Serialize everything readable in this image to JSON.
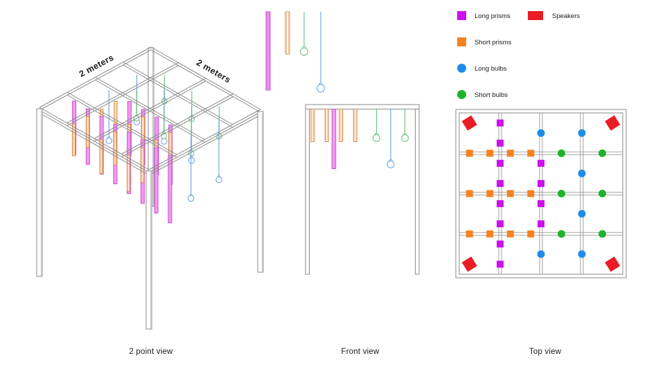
{
  "captions": {
    "two_point": "2 point view",
    "front": "Front view",
    "top": "Top view"
  },
  "dimensions": {
    "left": "2 meters",
    "right": "2 meters"
  },
  "legend": {
    "items": [
      {
        "name": "long-prisms",
        "label": "Long prisms",
        "shape": "square",
        "color": "#CC10EE"
      },
      {
        "name": "short-prisms",
        "label": "Short prisms",
        "shape": "square",
        "color": "#F5821F"
      },
      {
        "name": "long-bulbs",
        "label": "Long bulbs",
        "shape": "circle",
        "color": "#1F8CEA"
      },
      {
        "name": "short-bulbs",
        "label": "Short bulbs",
        "shape": "circle",
        "color": "#1FB32B"
      },
      {
        "name": "speakers",
        "label": "Speakers",
        "shape": "rect",
        "color": "#EA1C24"
      }
    ]
  },
  "colors": {
    "long_prism": "#CC10EE",
    "long_prism_fill": "#EF9CEC",
    "long_prism_stroke": "#C94FD3",
    "short_prism": "#F5821F",
    "short_prism_fill": "#FBDDBB",
    "short_prism_stroke": "#E0873C",
    "long_bulb": "#1F8CEA",
    "long_bulb_line": "#6FA9E6",
    "short_bulb": "#1FB32B",
    "short_bulb_line": "#6FC784",
    "speaker": "#EA1C24",
    "frame": "#8A8A8A",
    "text": "#1A1A1A"
  },
  "structure": {
    "grid_divisions": 4,
    "rails": [
      0.25,
      0.5,
      0.75
    ]
  },
  "elements": {
    "long_prisms": [
      {
        "u": 0.25,
        "v": 0.0625
      },
      {
        "u": 0.25,
        "v": 0.1875
      },
      {
        "u": 0.25,
        "v": 0.3125
      },
      {
        "u": 0.25,
        "v": 0.4375
      },
      {
        "u": 0.25,
        "v": 0.5625
      },
      {
        "u": 0.25,
        "v": 0.6875
      },
      {
        "u": 0.25,
        "v": 0.8125
      },
      {
        "u": 0.25,
        "v": 0.9375
      },
      {
        "u": 0.5,
        "v": 0.3125
      },
      {
        "u": 0.5,
        "v": 0.4375
      },
      {
        "u": 0.5,
        "v": 0.5625
      },
      {
        "u": 0.5,
        "v": 0.6875
      }
    ],
    "short_prisms": [
      {
        "u": 0.0625,
        "v": 0.25
      },
      {
        "u": 0.1875,
        "v": 0.25
      },
      {
        "u": 0.3125,
        "v": 0.25
      },
      {
        "u": 0.4375,
        "v": 0.25
      },
      {
        "u": 0.0625,
        "v": 0.5
      },
      {
        "u": 0.1875,
        "v": 0.5
      },
      {
        "u": 0.3125,
        "v": 0.5
      },
      {
        "u": 0.4375,
        "v": 0.5
      },
      {
        "u": 0.0625,
        "v": 0.75
      },
      {
        "u": 0.1875,
        "v": 0.75
      },
      {
        "u": 0.3125,
        "v": 0.75
      },
      {
        "u": 0.4375,
        "v": 0.75
      }
    ],
    "long_bulbs": [
      {
        "u": 0.5,
        "v": 0.125
      },
      {
        "u": 0.75,
        "v": 0.125
      },
      {
        "u": 0.75,
        "v": 0.375
      },
      {
        "u": 0.75,
        "v": 0.625
      },
      {
        "u": 0.5,
        "v": 0.875
      },
      {
        "u": 0.75,
        "v": 0.875
      }
    ],
    "short_bulbs": [
      {
        "u": 0.625,
        "v": 0.25
      },
      {
        "u": 0.875,
        "v": 0.25
      },
      {
        "u": 0.625,
        "v": 0.5
      },
      {
        "u": 0.875,
        "v": 0.5
      },
      {
        "u": 0.625,
        "v": 0.75
      },
      {
        "u": 0.875,
        "v": 0.75
      }
    ],
    "speakers": [
      {
        "u": 0.0625,
        "v": 0.0625
      },
      {
        "u": 0.9375,
        "v": 0.0625
      },
      {
        "u": 0.0625,
        "v": 0.9375
      },
      {
        "u": 0.9375,
        "v": 0.9375
      }
    ]
  },
  "front_elements": [
    {
      "type": "short_prism",
      "u": 0.0625
    },
    {
      "type": "short_prism",
      "u": 0.1875
    },
    {
      "type": "long_prism",
      "u": 0.25
    },
    {
      "type": "short_prism",
      "u": 0.3125
    },
    {
      "type": "short_prism",
      "u": 0.4375
    },
    {
      "type": "short_bulb",
      "u": 0.625
    },
    {
      "type": "long_bulb",
      "u": 0.75
    },
    {
      "type": "short_bulb",
      "u": 0.875
    }
  ],
  "detail_samples": [
    "long_prism",
    "short_prism",
    "short_bulb",
    "long_bulb"
  ]
}
